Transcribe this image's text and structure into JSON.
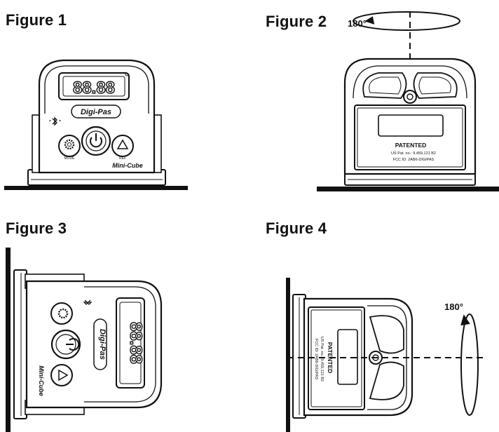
{
  "figures": [
    {
      "title": "Figure 1"
    },
    {
      "title": "Figure 2",
      "rotation_label": "180°"
    },
    {
      "title": "Figure 3"
    },
    {
      "title": "Figure 4",
      "rotation_label": "180°"
    }
  ],
  "device": {
    "brand": "Digi-Pas",
    "model": "Mini-Cube",
    "display": "88.88",
    "button_labels": [
      "MODE",
      "ON",
      "REF"
    ],
    "back_label": {
      "line1": "PATENTED",
      "line2": "US Pat. no.: 9,459,121 B2",
      "line3": "FCC ID: 2AB6-DIGIPAS"
    }
  },
  "icons": [
    "bluetooth-icon",
    "gear-icon",
    "power-icon",
    "level-icon",
    "rotate-arrow-icon"
  ]
}
